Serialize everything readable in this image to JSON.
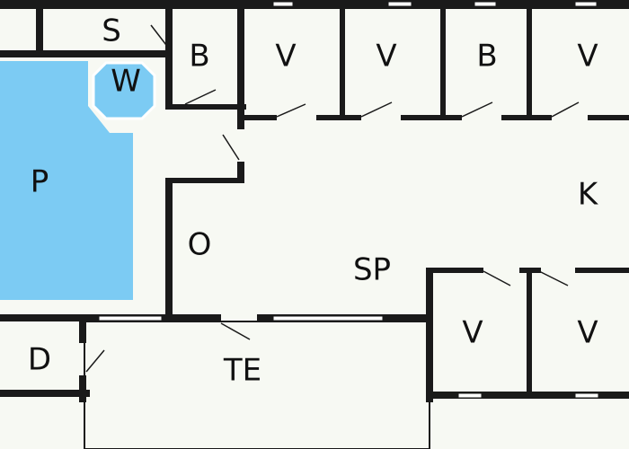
{
  "colors": {
    "floor": "#f7f9f3",
    "wall": "#1a1a1a",
    "pool": "#7ccbf3",
    "whirlpool": "#7ccbf3"
  },
  "rooms": {
    "s": "S",
    "w": "W",
    "p": "P",
    "b_left": "B",
    "v_top_1": "V",
    "v_top_2": "V",
    "b_right": "B",
    "v_top_3": "V",
    "k": "K",
    "o": "O",
    "sp": "SP",
    "d": "D",
    "te": "TE",
    "v_bottom_1": "V",
    "v_bottom_2": "V"
  }
}
